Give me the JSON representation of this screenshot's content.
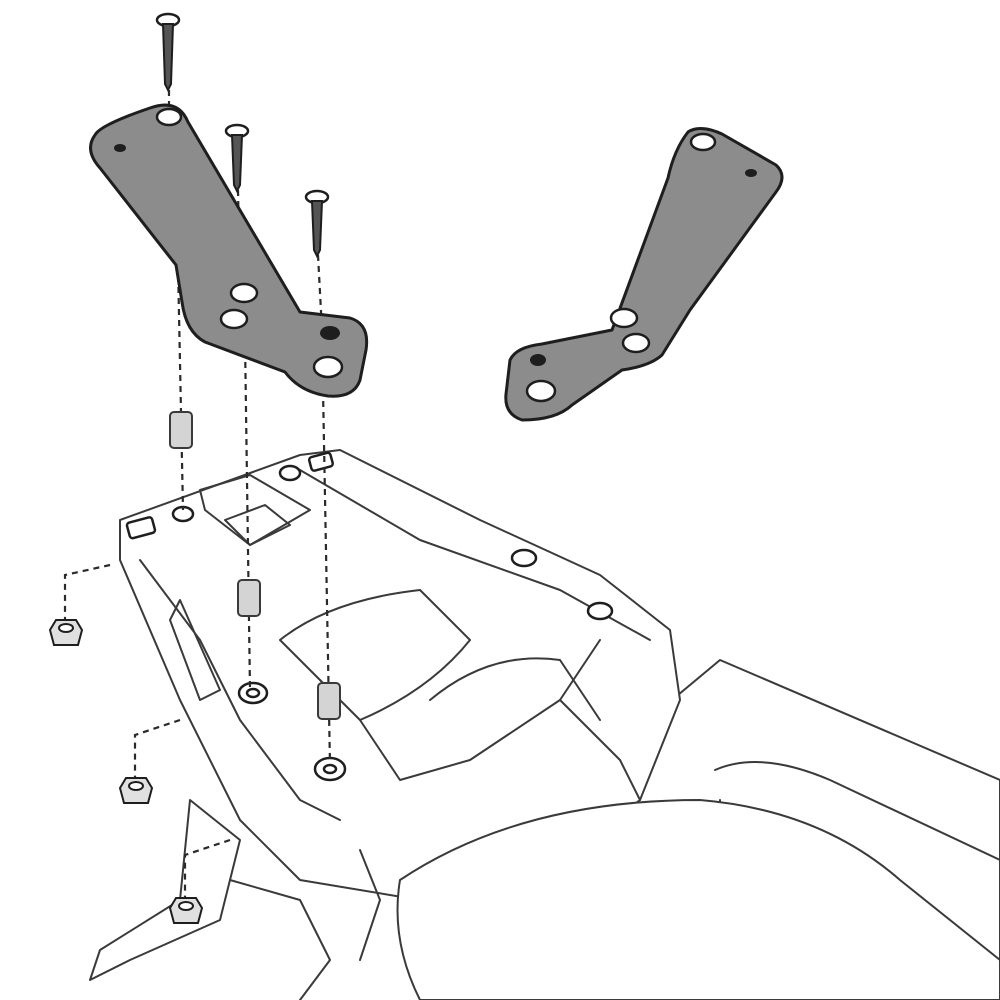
{
  "diagram": {
    "kind": "exploded assembly drawing",
    "colors": {
      "bracket_fill": "#8c8c8c",
      "outline": "#3a3a3a",
      "spacer_fill": "#d4d4d4",
      "background": "#ffffff"
    },
    "parts": {
      "brackets": 2,
      "screws": 3,
      "spacers": 3,
      "nuts": 3
    }
  }
}
